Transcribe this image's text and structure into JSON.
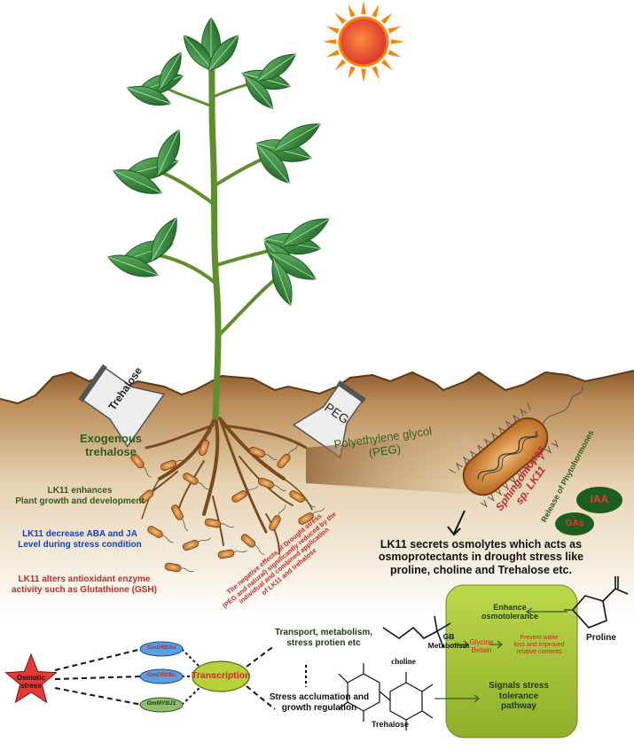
{
  "colors": {
    "sky": "#ffffff",
    "soil_top": "#8b5a2b",
    "soil_mid": "#d9bf95",
    "soil_low": "#f3e8d6",
    "leaf": "#2e7d32",
    "leaf_light": "#66bb6a",
    "stem": "#6a9e2f",
    "root": "#7a4a1c",
    "sun": "#e53935",
    "sun_ray": "#ff7f00",
    "dark_green_text": "#2e5d1e",
    "blue_text": "#1a3fb0",
    "red_text": "#c62828",
    "lime_box": "#a3c43a",
    "star": "#e53935",
    "oval_blue": "#5aa0e0",
    "oval_green": "#8fbf6a",
    "transcription_oval": "#b6d13a"
  },
  "icons": [
    "sun-icon",
    "plant-icon",
    "trehalose-flask-icon",
    "peg-flask-icon",
    "bacterium-icon",
    "bacteria-cluster-icon",
    "arrow-down-icon",
    "osmotic-stress-star-icon",
    "proline-structure-icon",
    "choline-structure-icon",
    "trehalose-structure-icon"
  ],
  "labels": {
    "trehalose_flask": "Trehalose",
    "peg_flask": "PEG",
    "exogenous_trehalose": "Exogenous\ntrehalose",
    "polyethylene_glycol": "Polyethylene glycol\n(PEG)",
    "lk11_growth": "LK11 enhances\nPlant growth and development",
    "lk11_aba": "LK11 decrease ABA and JA\nLevel during stress condition",
    "lk11_gsh": "LK11 alters antioxidant enzyme\nactivity such as Glutathione (GSH)",
    "drought_effects": "The negative effects of Drought stress\n(PEG and natural) significantly reduced by the\nindividual and combined application\nof LK11 and trehalose",
    "sphingomonas": "Sphingomonas\nsp. LK11",
    "phytohormones": "Release of Phytohormones",
    "iaa": "IAA",
    "gas": "GAs",
    "osmolytes": "LK11 secrets osmolytes which acts as\nosmoprotectants in drought stress like\nproline, choline  and Trehalose etc.",
    "enhance_osmotolerance": "Enhance\nosmotolerance",
    "proline": "Proline",
    "choline": "choline",
    "gb_metabolism": "GB\nMetabolism",
    "glycine_betain": "Glycine\nBetain",
    "prevent_water": "Prevent water\nloss and improved\nrelative contents",
    "signals_stress": "Signals stress\ntolerance\npathway",
    "trehalose_structure": "Trehalose",
    "osmotic_stress": "Osmotic\nstress",
    "gmdreba": "GmDREBa",
    "gmdrebc": "GmDREBc",
    "gmmybj1": "GmMYBJ1",
    "transcription": "Transcription",
    "transport": "Transport, metabolism,\nstress protien etc",
    "stress_accumulation": "Stress acclumation and\ngrowth regulation"
  }
}
